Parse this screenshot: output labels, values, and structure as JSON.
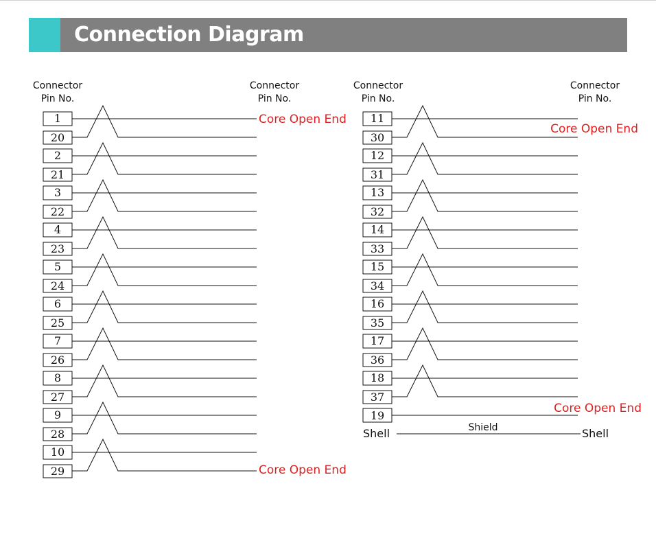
{
  "title": "Connection Diagram",
  "header_left": "Connector",
  "header_left_sub": "Pin No.",
  "header_right": "Connector",
  "header_right_sub": "Pin No.",
  "open_end_label": "Core Open End",
  "shield_label": "Shield",
  "shell_label": "Shell",
  "colors": {
    "accent": "#3cc8c8",
    "title_bar": "#808080",
    "open_end": "#e02020"
  },
  "left_pairs": [
    [
      "1",
      "20"
    ],
    [
      "2",
      "21"
    ],
    [
      "3",
      "22"
    ],
    [
      "4",
      "23"
    ],
    [
      "5",
      "24"
    ],
    [
      "6",
      "25"
    ],
    [
      "7",
      "26"
    ],
    [
      "8",
      "27"
    ],
    [
      "9",
      "28"
    ],
    [
      "10",
      "29"
    ]
  ],
  "right_pairs": [
    [
      "11",
      "30"
    ],
    [
      "12",
      "31"
    ],
    [
      "13",
      "32"
    ],
    [
      "14",
      "33"
    ],
    [
      "15",
      "34"
    ],
    [
      "16",
      "35"
    ],
    [
      "17",
      "36"
    ],
    [
      "18",
      "37"
    ]
  ],
  "right_single": "19"
}
